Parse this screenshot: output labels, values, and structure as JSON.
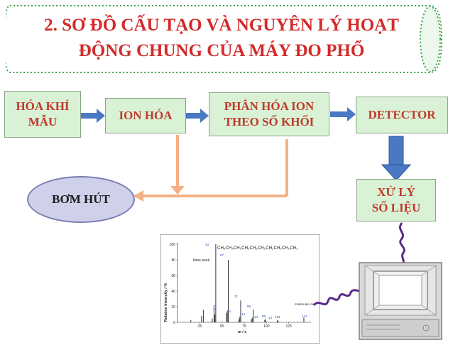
{
  "title": {
    "line1": "2. SƠ ĐỒ CẤU TẠO VÀ NGUYÊN LÝ HOẠT",
    "line2": "ĐỘNG CHUNG CỦA MÁY ĐO PHỔ"
  },
  "nodes": {
    "sample_gas": {
      "line1": "HÓA KHÍ",
      "line2": "MẪU"
    },
    "ionization": "ION HÓA",
    "mass_separation": {
      "line1": "PHÂN HÓA ION",
      "line2": "THEO SỐ KHỐI"
    },
    "detector": "DETECTOR",
    "vacuum_pump": "BƠM HÚT",
    "data_processing": {
      "line1": "XỬ LÝ",
      "line2": "SỐ LIỆU"
    }
  },
  "spectrum": {
    "formula": "CH₃CH₂CH₂CH₂CH₂CH₂CH₂CH₂CH₂CH₃",
    "ylabel": "Relative Intensity / %",
    "xlabel": "m / z",
    "y_ticks": [
      "0",
      "20",
      "40",
      "60",
      "80",
      "100"
    ],
    "x_ticks": [
      "25",
      "50",
      "75",
      "100",
      "125"
    ],
    "base_peak_label": "base peak",
    "molecular_ion_label": "molecular ion",
    "peak_labels": [
      "43",
      "57",
      "71",
      "85",
      "14",
      "14",
      "14",
      "14",
      "99",
      "14",
      "113",
      "142"
    ]
  },
  "computer": {
    "power_label": "0"
  },
  "colors": {
    "title": "#d42a2a",
    "box_fill": "#d9f2d5",
    "box_text": "#c0392b",
    "blue_arrow": "#4a78c2",
    "orange_arrow": "#f4b183",
    "ellipse_fill": "#cfd0ea",
    "cable": "#5b2a86"
  },
  "chart_data": {
    "type": "bar",
    "title": "CH₃CH₂CH₂CH₂CH₂CH₂CH₂CH₂CH₂CH₃",
    "xlabel": "m / z",
    "ylabel": "Relative Intensity / %",
    "xlim": [
      0,
      150
    ],
    "ylim": [
      0,
      100
    ],
    "x": [
      15,
      27,
      29,
      39,
      41,
      42,
      43,
      55,
      56,
      57,
      69,
      70,
      71,
      83,
      84,
      85,
      98,
      99,
      112,
      113,
      142
    ],
    "values": [
      3,
      8,
      16,
      5,
      22,
      10,
      100,
      12,
      15,
      80,
      4,
      7,
      28,
      4,
      6,
      16,
      3,
      4,
      2,
      3,
      6
    ],
    "annotations": [
      "base peak",
      "molecular ion"
    ]
  }
}
